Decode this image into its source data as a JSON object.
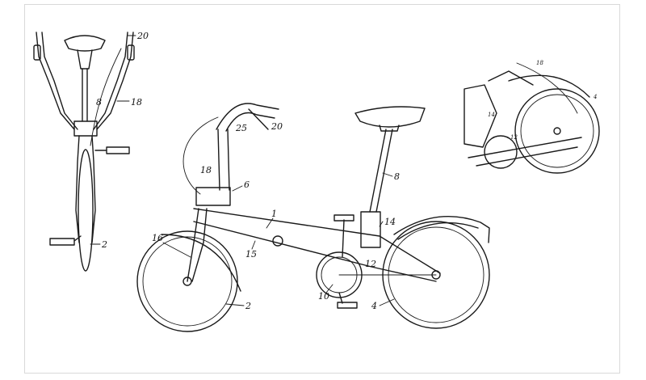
{
  "figure": {
    "labels": {
      "front": {
        "handlebar": "20",
        "stem": "8",
        "brake_cable": "18",
        "wheel": "2"
      },
      "side": {
        "frame": "1",
        "rear_wheel": "4",
        "seat_post": "8",
        "fork": "16",
        "handlebar_post": "6",
        "lower_tube": "15",
        "cable": "18",
        "grip": "20",
        "front_wheel": "2",
        "hinge": "12",
        "clamp": "14",
        "headset": "25",
        "crank": "10"
      },
      "folded": {
        "rear_fender": "4",
        "cable": "18",
        "clamp": "14",
        "hinge": "12"
      }
    }
  }
}
